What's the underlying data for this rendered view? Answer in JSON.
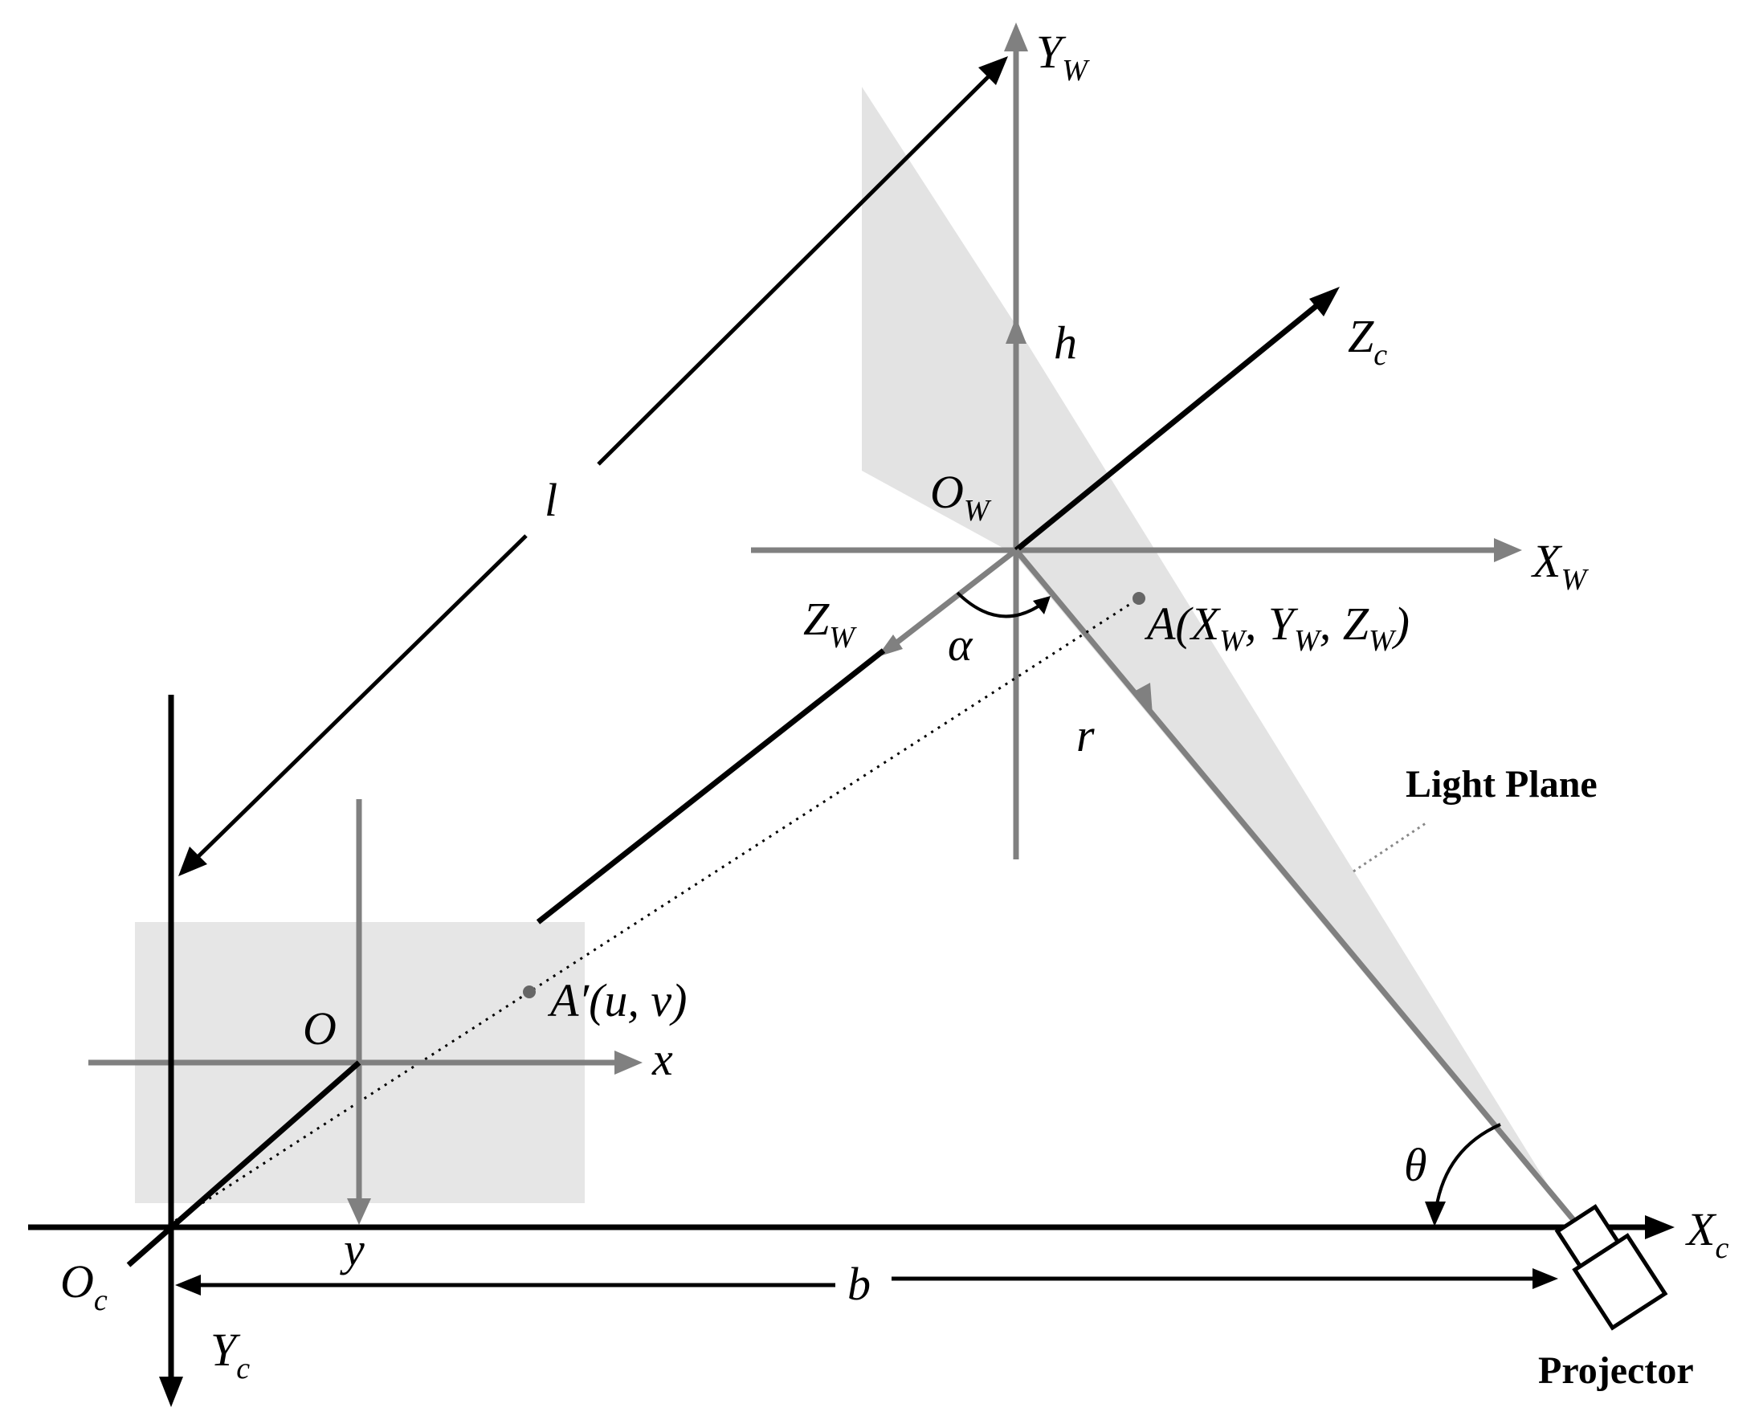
{
  "labels": {
    "yw_main": "Y",
    "yw_sub": "W",
    "h": "h",
    "zc_main": "Z",
    "zc_sub": "c",
    "l": "l",
    "ow_main": "O",
    "ow_sub": "W",
    "xw_main": "X",
    "xw_sub": "W",
    "zw_main": "Z",
    "zw_sub": "W",
    "alpha": "α",
    "point_a": {
      "prefix": "A(X",
      "sub1": "W",
      "mid1": ", Y",
      "sub2": "W",
      "mid2": ", Z",
      "sub3": "W",
      "suffix": ")"
    },
    "r": "r",
    "light_plane": "Light Plane",
    "point_a_prime": "A′(u, v)",
    "o": "O",
    "x": "x",
    "y": "y",
    "theta": "θ",
    "xc_main": "X",
    "xc_sub": "c",
    "oc_main": "O",
    "oc_sub": "c",
    "b": "b",
    "yc_main": "Y",
    "yc_sub": "c",
    "projector": "Projector"
  },
  "colors": {
    "gray_axis": "#808080",
    "black_axis": "#000000",
    "light_plane_fill": "#e3e3e3",
    "image_plane_fill": "#e6e6e6"
  }
}
